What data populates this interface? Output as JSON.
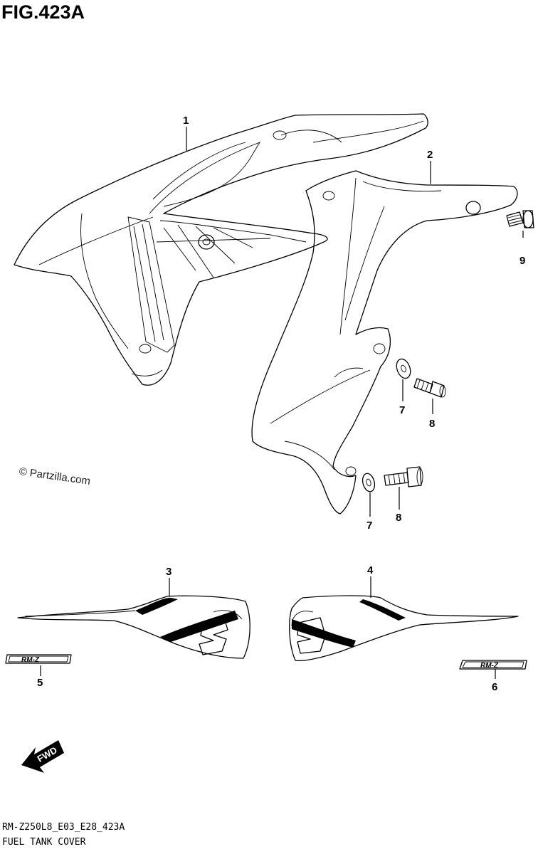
{
  "figure": {
    "title": "FIG.423A",
    "watermark": "© Partzilla.com",
    "footer_code": "RM-Z250L8_E03_E28_423A",
    "footer_name": "FUEL TANK COVER"
  },
  "callouts": [
    "1",
    "2",
    "3",
    "4",
    "5",
    "6",
    "7",
    "7",
    "8",
    "8",
    "9"
  ],
  "emblems": {
    "left": "RM-Z",
    "right": "RM-Z"
  },
  "direction_marker": "FWD"
}
